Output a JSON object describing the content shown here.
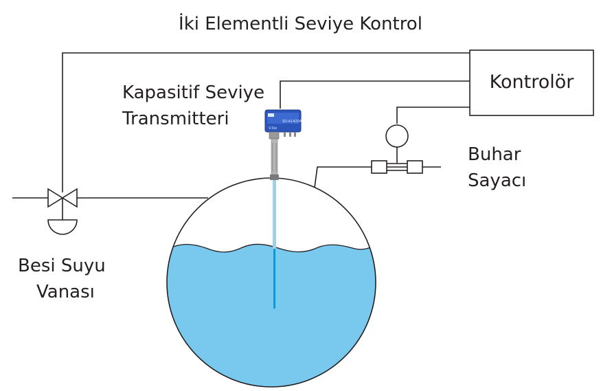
{
  "title": "İki Elementli Seviye Kontrol",
  "controller": {
    "label": "Kontrolör"
  },
  "transmitter": {
    "label_line1": "Kapasitif Seviye",
    "label_line2": "Transmitteri",
    "device_model": "SD-A1420A",
    "device_text": "V.Sio"
  },
  "steam_meter": {
    "label_line1": "Buhar",
    "label_line2": "Sayacı"
  },
  "feed_valve": {
    "label_line1": "Besi Suyu",
    "label_line2": "Vanası"
  },
  "colors": {
    "line": "#231f20",
    "water": "#79c8ee",
    "probe": "#9ed0ea",
    "probe_wet": "#0a9bd6",
    "transmitter_body": "#2b55b8"
  }
}
